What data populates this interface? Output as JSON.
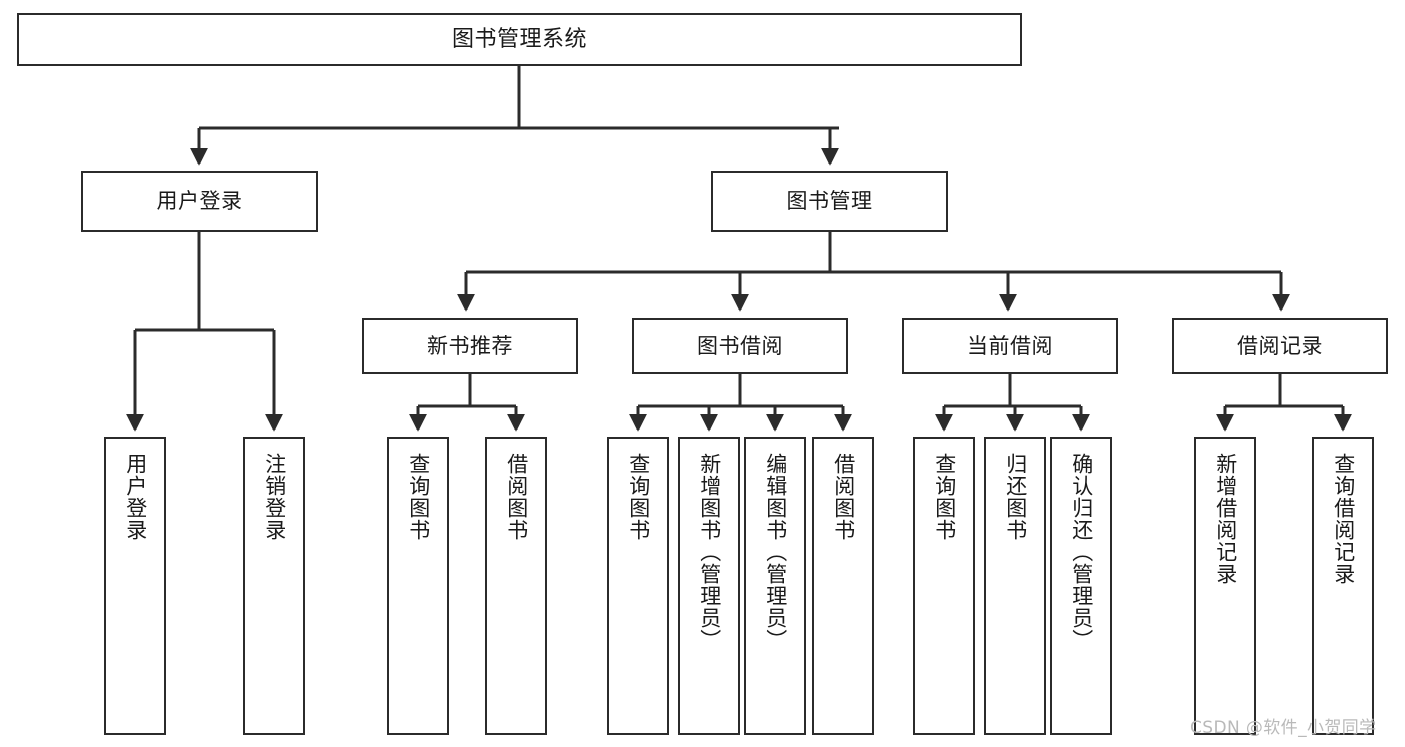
{
  "diagram": {
    "title": "图书管理系统",
    "type": "tree-hierarchy-chart",
    "root": {
      "id": "root",
      "label": "图书管理系统"
    },
    "level2": [
      {
        "id": "user-login",
        "label": "用户登录"
      },
      {
        "id": "book-manage",
        "label": "图书管理"
      }
    ],
    "level3": [
      {
        "id": "new-book-recommend",
        "label": "新书推荐"
      },
      {
        "id": "book-borrow",
        "label": "图书借阅"
      },
      {
        "id": "current-borrow",
        "label": "当前借阅"
      },
      {
        "id": "borrow-record",
        "label": "借阅记录"
      }
    ],
    "leaves": [
      {
        "id": "leaf-user-login",
        "label": "用户登录",
        "parent": "user-login"
      },
      {
        "id": "leaf-logout-login",
        "label": "注销登录",
        "parent": "user-login"
      },
      {
        "id": "leaf-query-book-1",
        "label": "查询图书",
        "parent": "new-book-recommend"
      },
      {
        "id": "leaf-borrow-book-1",
        "label": "借阅图书",
        "parent": "new-book-recommend"
      },
      {
        "id": "leaf-query-book-2",
        "label": "查询图书",
        "parent": "book-borrow"
      },
      {
        "id": "leaf-add-book",
        "label": "新增图书（管理员）",
        "parent": "book-borrow"
      },
      {
        "id": "leaf-edit-book",
        "label": "编辑图书（管理员）",
        "parent": "book-borrow"
      },
      {
        "id": "leaf-borrow-book-2",
        "label": "借阅图书",
        "parent": "book-borrow"
      },
      {
        "id": "leaf-query-book-3",
        "label": "查询图书",
        "parent": "current-borrow"
      },
      {
        "id": "leaf-return-book",
        "label": "归还图书",
        "parent": "current-borrow"
      },
      {
        "id": "leaf-confirm-return",
        "label": "确认归还（管理员）",
        "parent": "current-borrow"
      },
      {
        "id": "leaf-add-record",
        "label": "新增借阅记录",
        "parent": "borrow-record"
      },
      {
        "id": "leaf-query-record",
        "label": "查询借阅记录",
        "parent": "borrow-record"
      }
    ]
  },
  "watermark": {
    "text": "CSDN @软件_小贺同学"
  },
  "colors": {
    "border": "#2b2b2b",
    "text": "#1a1a1a",
    "background": "#ffffff",
    "watermark": "#b9b9b9"
  }
}
